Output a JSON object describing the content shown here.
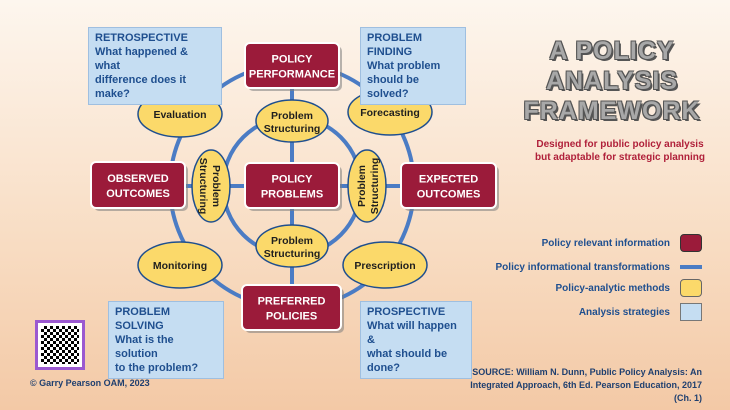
{
  "title": [
    "A POLICY",
    "ANALYSIS",
    "FRAMEWORK"
  ],
  "subtitle": [
    "Designed for public policy analysis",
    "but adaptable for strategic planning"
  ],
  "info_nodes": {
    "top": [
      "POLICY",
      "PERFORMANCE"
    ],
    "left": [
      "OBSERVED",
      "OUTCOMES"
    ],
    "center": [
      "POLICY",
      "PROBLEMS"
    ],
    "right": [
      "EXPECTED",
      "OUTCOMES"
    ],
    "bottom": [
      "PREFERRED",
      "POLICIES"
    ]
  },
  "method_nodes": {
    "evaluation": "Evaluation",
    "forecasting": "Forecasting",
    "monitoring": "Monitoring",
    "prescription": "Prescription",
    "ps_top": [
      "Problem",
      "Structuring"
    ],
    "ps_bottom": [
      "Problem",
      "Structuring"
    ],
    "ps_left": [
      "Problem",
      "Structuring"
    ],
    "ps_right": [
      "Problem",
      "Structuring"
    ]
  },
  "strategies": {
    "retrospective": {
      "heading": "RETROSPECTIVE",
      "lines": [
        "What happened & what",
        "difference does it make?"
      ]
    },
    "problem_finding": {
      "heading": "PROBLEM FINDING",
      "lines": [
        "What problem",
        "should be solved?"
      ]
    },
    "problem_solving": {
      "heading": "PROBLEM SOLVING",
      "lines": [
        "What is the solution",
        "to the problem?"
      ]
    },
    "prospective": {
      "heading": "PROSPECTIVE",
      "lines": [
        "What will happen &",
        "what should be done?"
      ]
    }
  },
  "legend": [
    {
      "label": "Policy relevant information",
      "kind": "info"
    },
    {
      "label": "Policy informational transformations",
      "kind": "line"
    },
    {
      "label": "Policy-analytic methods",
      "kind": "method"
    },
    {
      "label": "Analysis strategies",
      "kind": "strategy"
    }
  ],
  "colors": {
    "info_fill": "#9b1b3a",
    "info_border": "#ffffff",
    "method_fill": "#fbd96a",
    "method_border": "#1f4f8f",
    "line": "#4b7cc4",
    "strategy_fill": "#c5ddf2",
    "text_dark": "#1f1f1f"
  },
  "credit": "© Garry Pearson OAM, 2023",
  "source": [
    "SOURCE: William N. Dunn, Public Policy Analysis: An",
    "Integrated Approach, 6th Ed. Pearson Education, 2017 (Ch. 1)"
  ]
}
